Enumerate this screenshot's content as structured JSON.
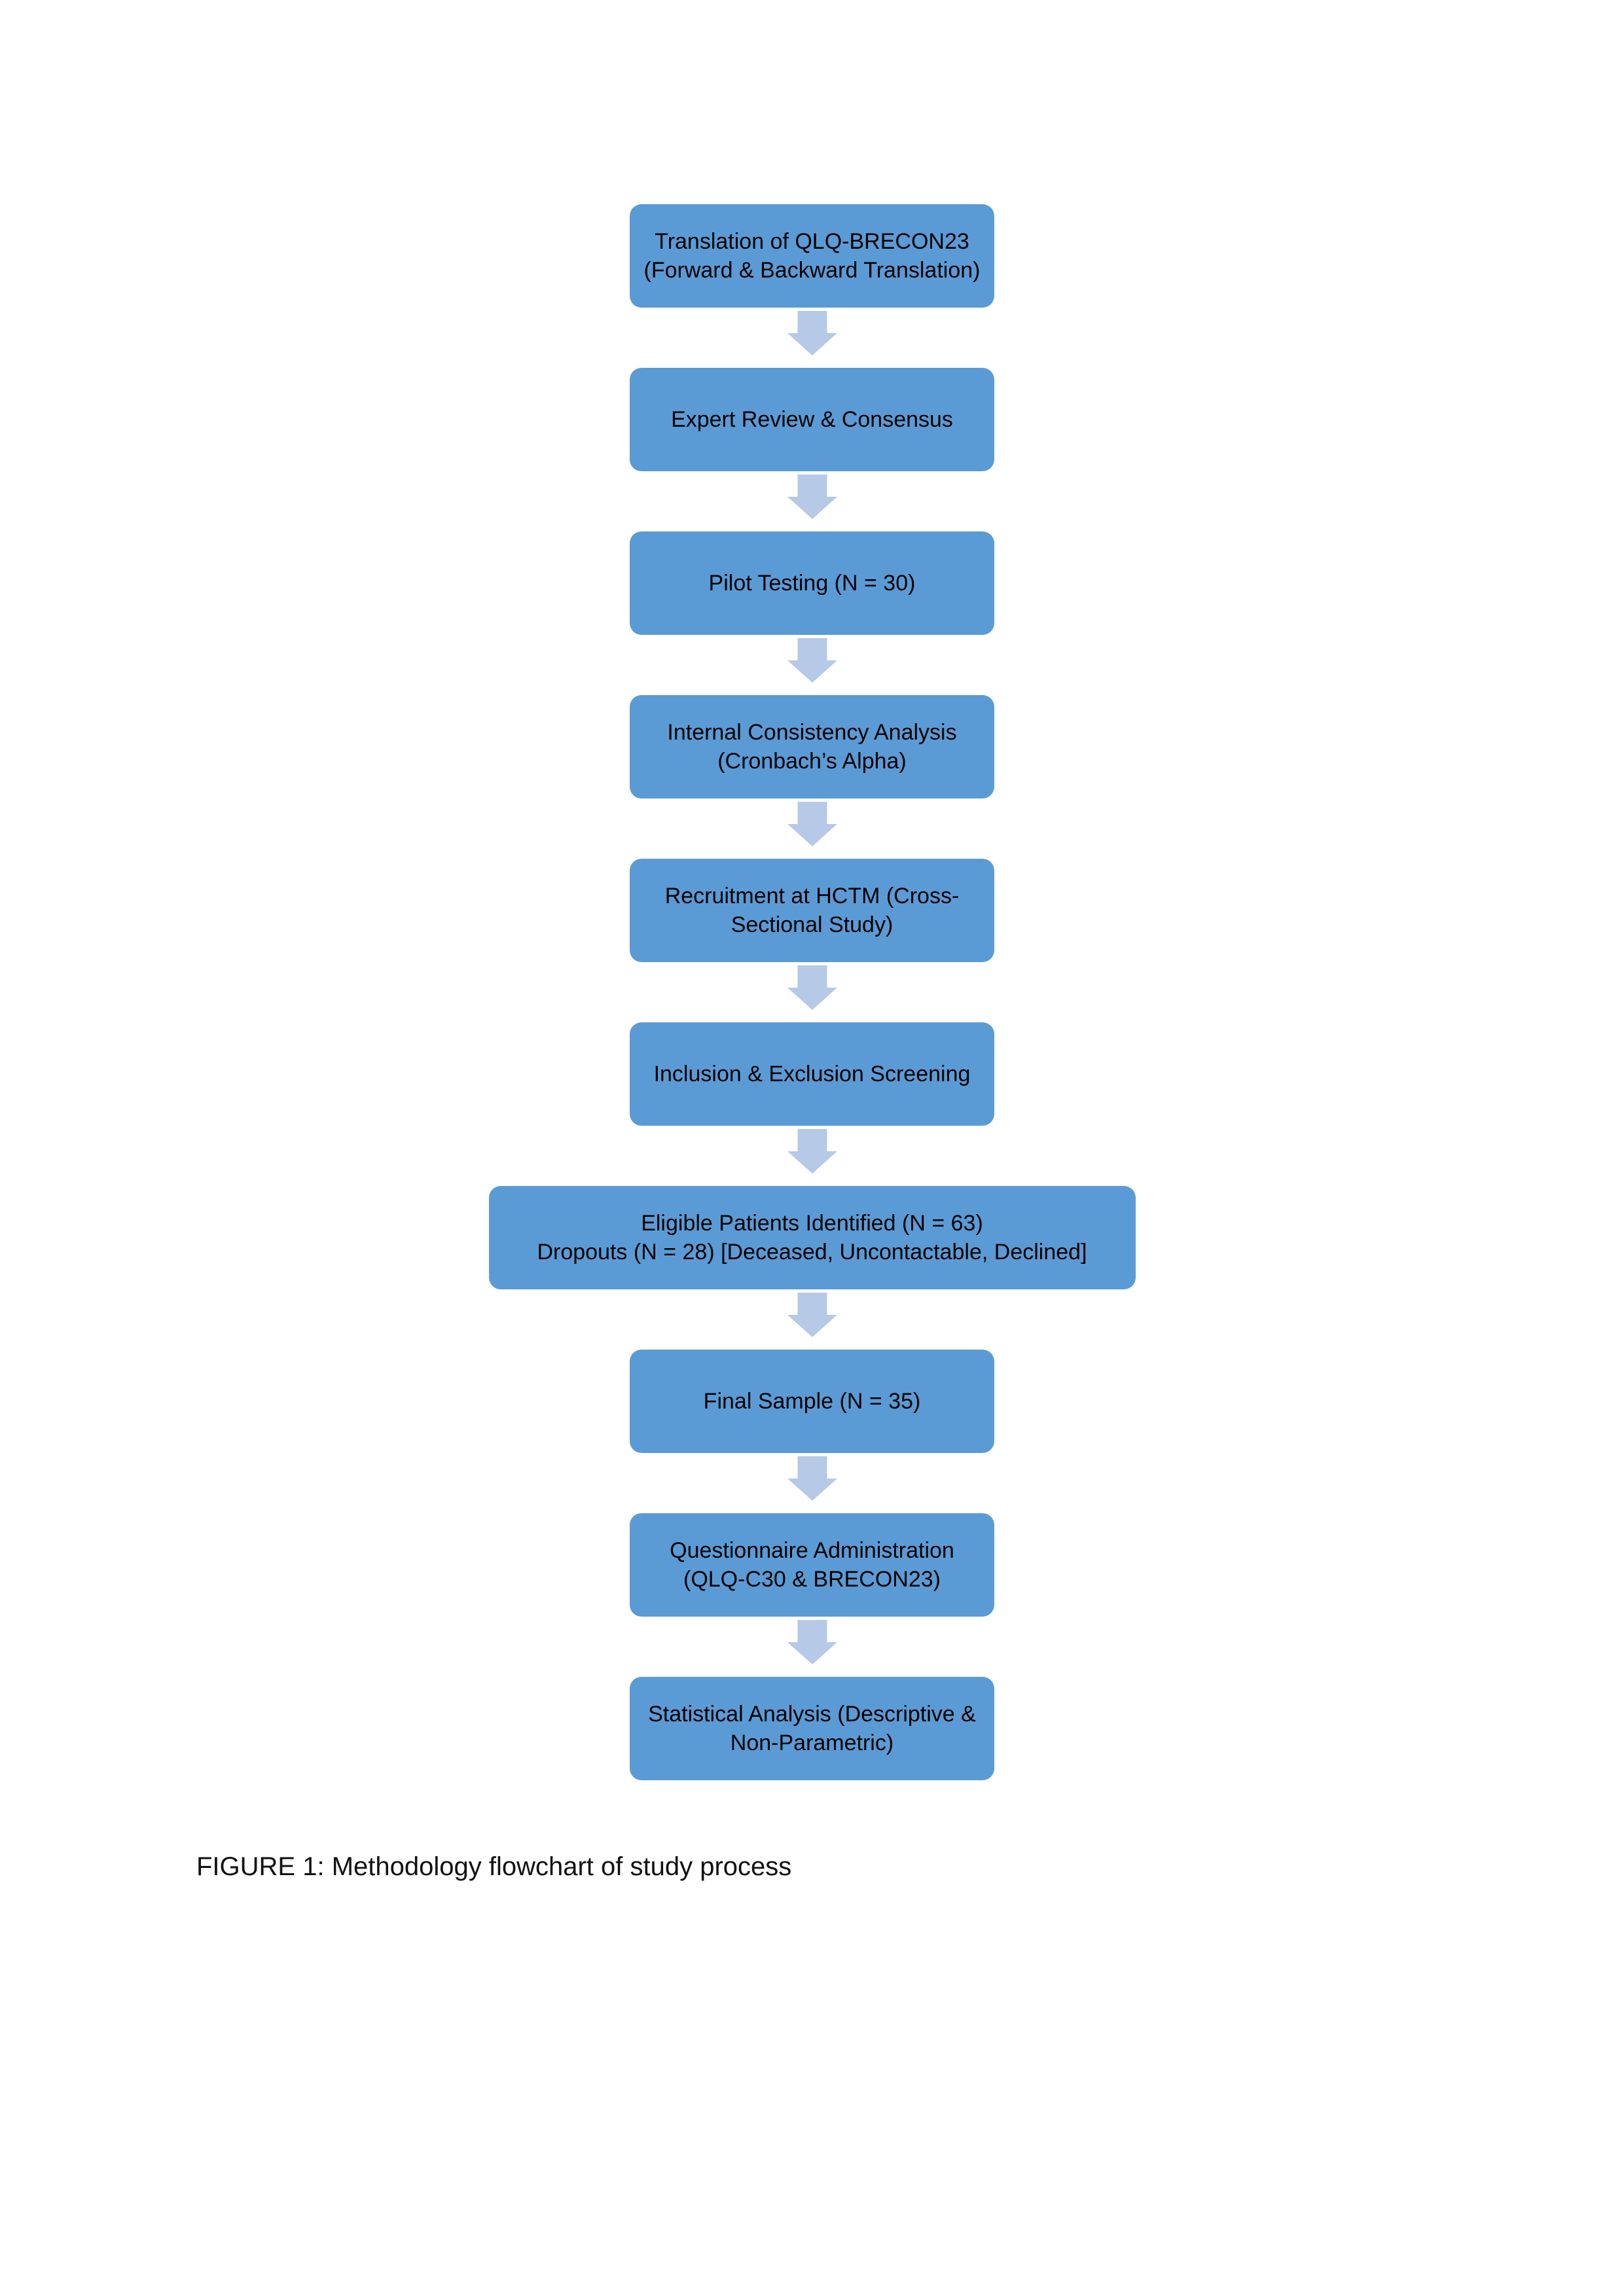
{
  "page": {
    "background": "#ffffff",
    "caption": "FIGURE 1: Methodology flowchart of study process"
  },
  "colors": {
    "box_fill": "#5b9bd5",
    "arrow_fill": "#b6c9e7",
    "text": "#000000"
  },
  "flowchart": {
    "direction": "top-to-bottom",
    "steps": [
      {
        "label": "Translation of QLQ-BRECON23\n(Forward & Backward Translation)",
        "wide": false
      },
      {
        "label": "Expert Review & Consensus",
        "wide": false
      },
      {
        "label": "Pilot Testing (N = 30)",
        "wide": false
      },
      {
        "label": "Internal Consistency Analysis\n(Cronbach’s Alpha)",
        "wide": false
      },
      {
        "label": "Recruitment at HCTM (Cross-\nSectional Study)",
        "wide": false
      },
      {
        "label": "Inclusion & Exclusion Screening",
        "wide": false
      },
      {
        "label": "Eligible Patients Identified (N = 63)\nDropouts (N = 28) [Deceased, Uncontactable, Declined]",
        "wide": true
      },
      {
        "label": "Final Sample (N = 35)",
        "wide": false
      },
      {
        "label": "Questionnaire Administration\n(QLQ-C30 & BRECON23)",
        "wide": false
      },
      {
        "label": "Statistical Analysis (Descriptive &\nNon-Parametric)",
        "wide": false
      }
    ]
  }
}
